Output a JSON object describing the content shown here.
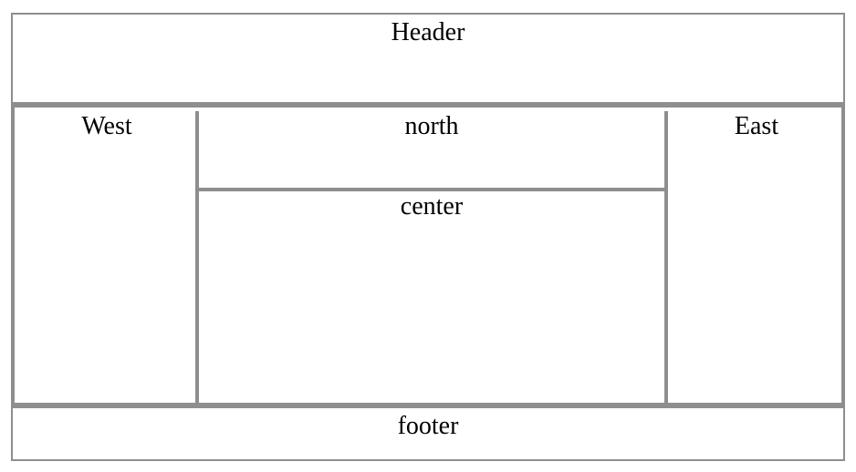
{
  "header": {
    "label": "Header"
  },
  "west": {
    "label": "West"
  },
  "north": {
    "label": "north"
  },
  "center": {
    "label": "center"
  },
  "east": {
    "label": "East"
  },
  "footer": {
    "label": "footer"
  },
  "colors": {
    "border": "#8e8e8e",
    "background": "#ffffff",
    "text": "#000000"
  }
}
